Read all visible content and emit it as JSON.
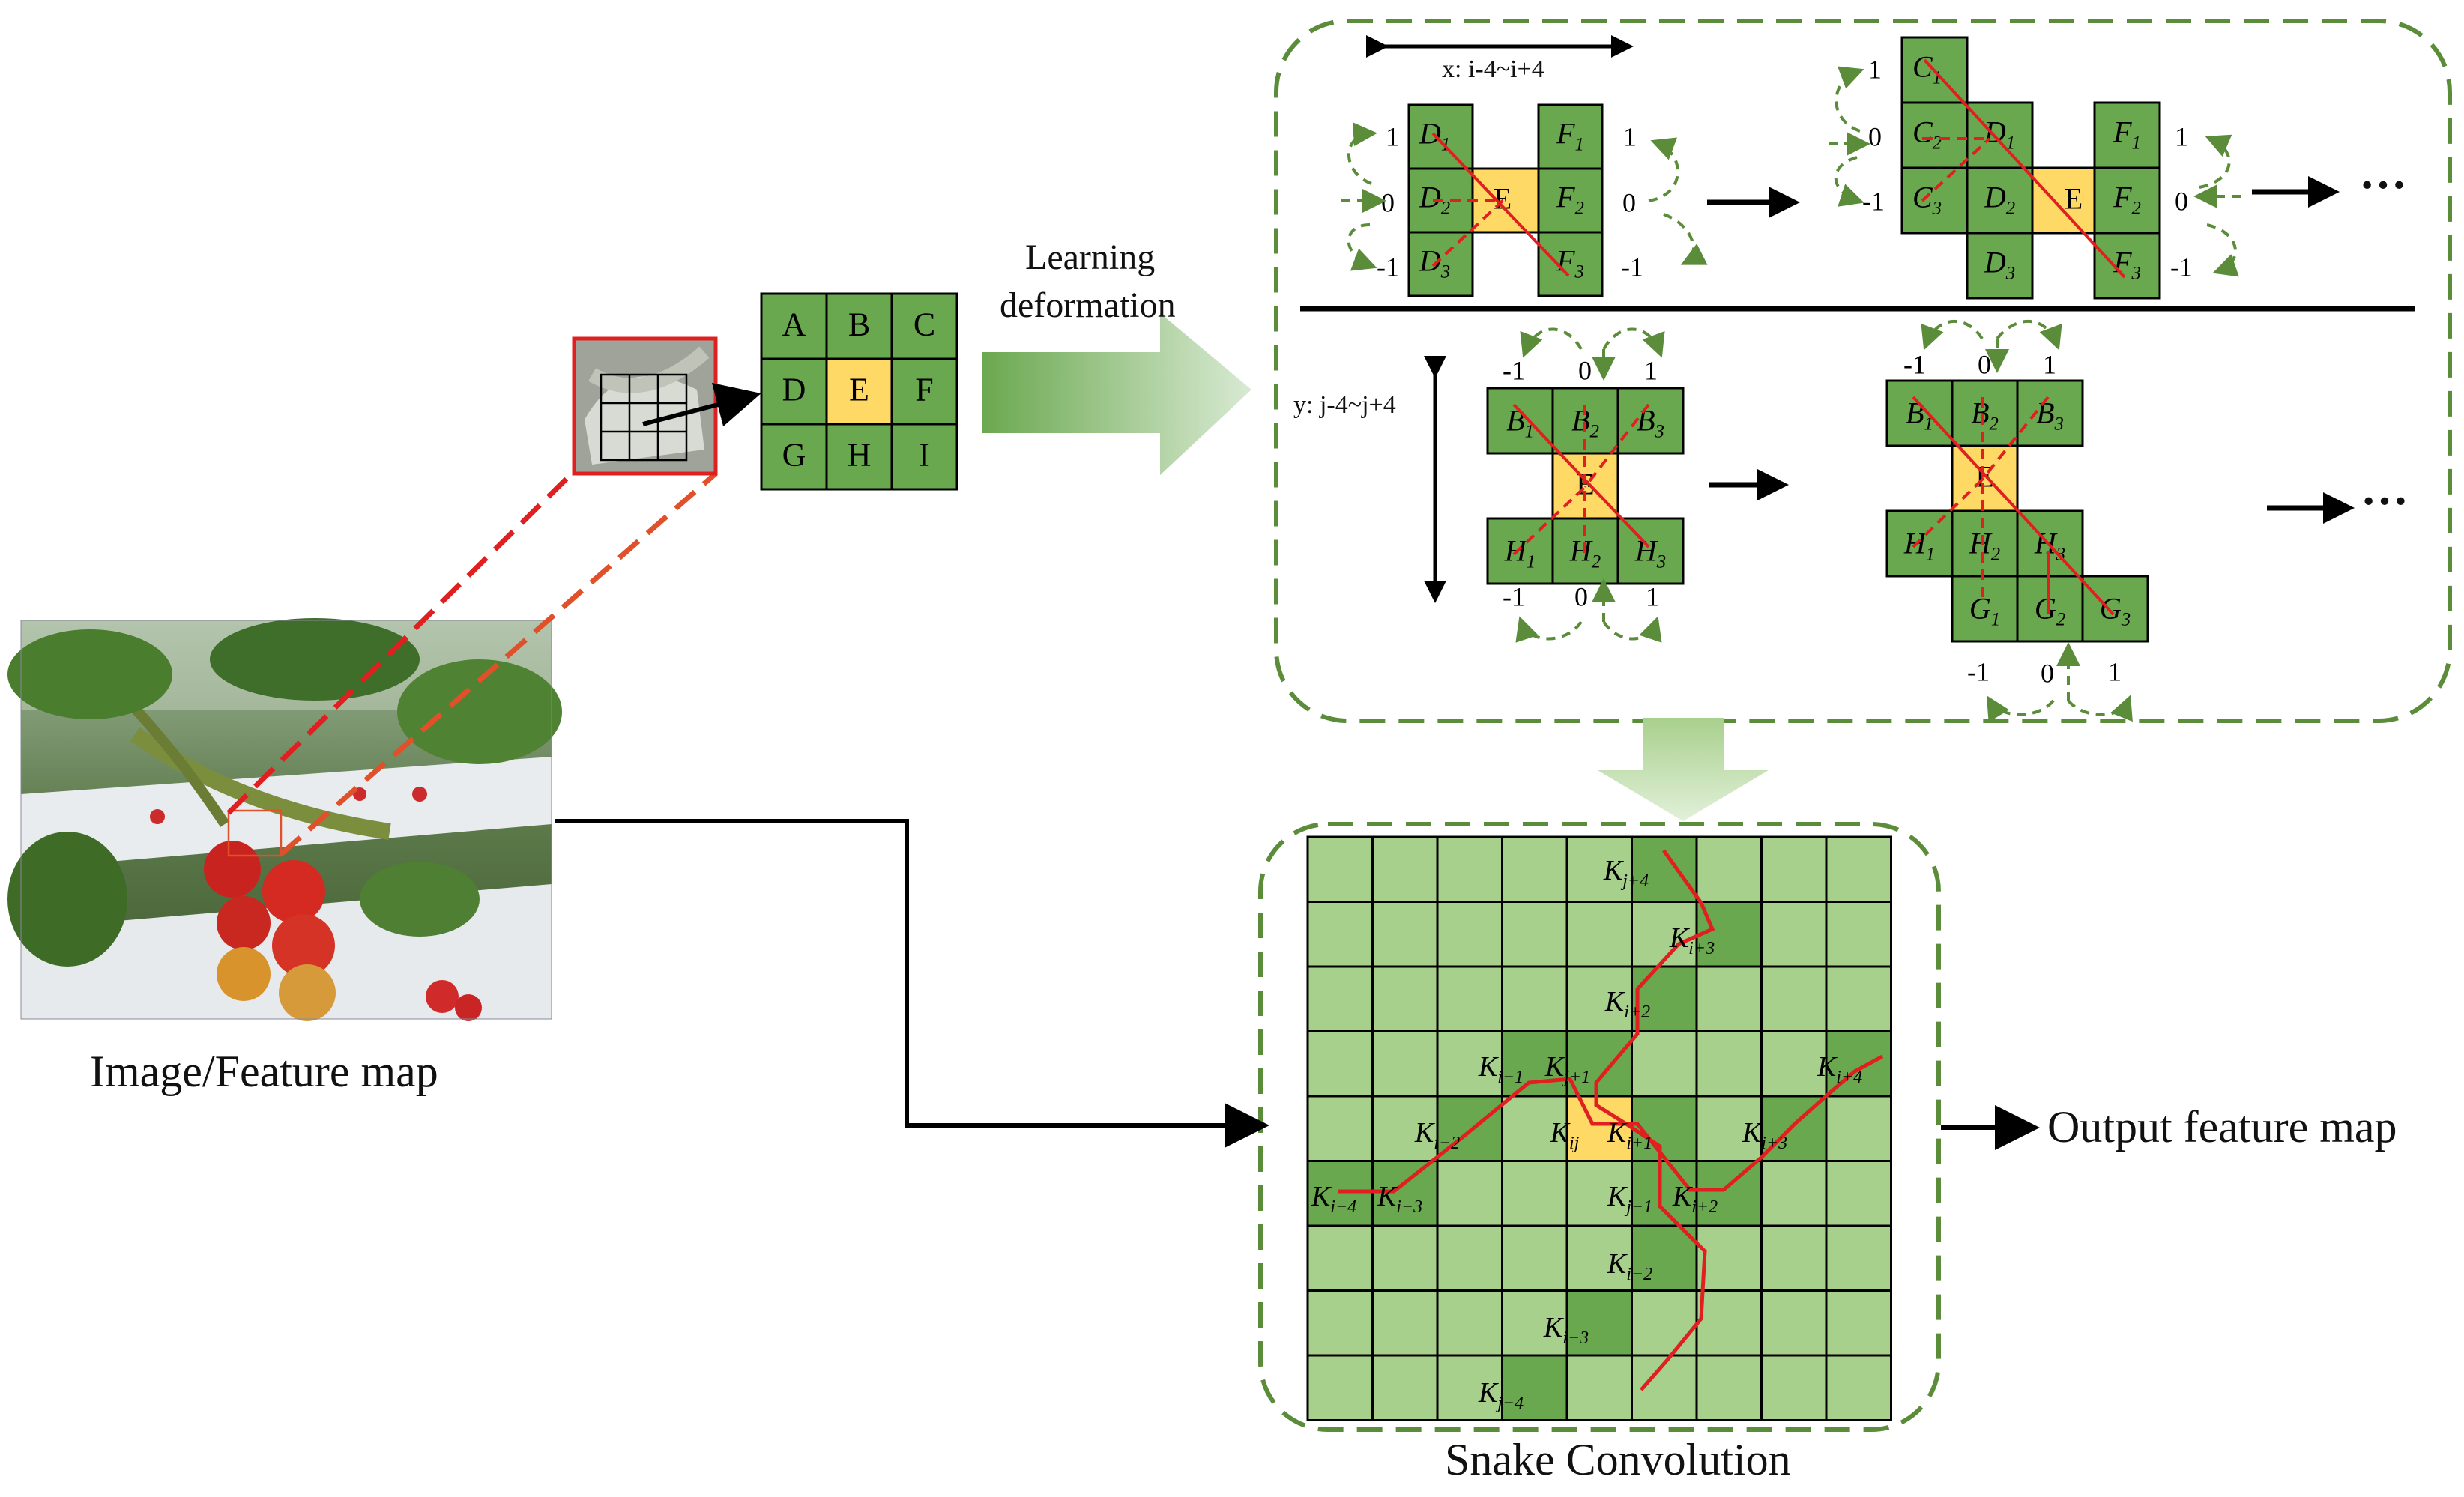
{
  "labels": {
    "image_caption": "Image/Feature map",
    "learning_line1": "Learning",
    "learning_line2": "deformation",
    "x_range": "x: i-4~i+4",
    "y_range": "y: j-4~j+4",
    "snake_caption": "Snake Convolution",
    "output_caption": "Output feature map",
    "ellipsis": "···"
  },
  "kernel_3x3": [
    "A",
    "B",
    "C",
    "D",
    "E",
    "F",
    "G",
    "H",
    "I"
  ],
  "offsets": {
    "pos": "1",
    "zero": "0",
    "neg": "-1"
  },
  "x_stage1": {
    "left": [
      "D1",
      "D2",
      "D3"
    ],
    "center": "E",
    "right": [
      "F1",
      "F2",
      "F3"
    ]
  },
  "x_stage2": {
    "top": "C1",
    "left": [
      "C2",
      "C3"
    ],
    "mid": [
      "D1",
      "D2",
      "D3"
    ],
    "center": "E",
    "right": [
      "F1",
      "F2",
      "F3"
    ]
  },
  "y_stage1": {
    "top": [
      "B1",
      "B2",
      "B3"
    ],
    "center": "E",
    "bottom": [
      "H1",
      "H2",
      "H3"
    ]
  },
  "y_stage2": {
    "top": [
      "B1",
      "B2",
      "B3"
    ],
    "center": "E",
    "bottom": [
      "H1",
      "H2",
      "H3"
    ],
    "extra": [
      "G1",
      "G2",
      "G3"
    ]
  },
  "snake_kernels": [
    {
      "base": "K",
      "sub": "j+4"
    },
    {
      "base": "K",
      "sub": "i+3"
    },
    {
      "base": "K",
      "sub": "i+2"
    },
    {
      "base": "K",
      "sub": "i−1"
    },
    {
      "base": "K",
      "sub": "j+1"
    },
    {
      "base": "K",
      "sub": "i+4"
    },
    {
      "base": "K",
      "sub": "i−2"
    },
    {
      "base": "K",
      "sub": "ij"
    },
    {
      "base": "K",
      "sub": "i+1"
    },
    {
      "base": "K",
      "sub": "i+3"
    },
    {
      "base": "K",
      "sub": "i−4"
    },
    {
      "base": "K",
      "sub": "i−3"
    },
    {
      "base": "K",
      "sub": "j−1"
    },
    {
      "base": "K",
      "sub": "i+2"
    },
    {
      "base": "K",
      "sub": "i−2"
    },
    {
      "base": "K",
      "sub": "i−3"
    },
    {
      "base": "K",
      "sub": "j−4"
    }
  ],
  "colors": {
    "dark_green": "#6aa84f",
    "light_green": "#a8d08d",
    "yellow": "#ffd966",
    "dashed_green": "#5b8c3a",
    "red": "#e02020",
    "photo_frame": "#e03030"
  }
}
